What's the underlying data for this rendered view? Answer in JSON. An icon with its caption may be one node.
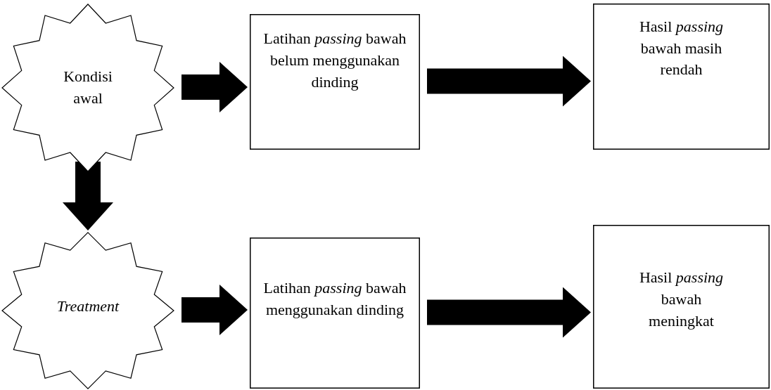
{
  "diagram": {
    "nodes": [
      {
        "text": [
          "Kondisi awal"
        ]
      },
      {
        "text": [
          "Latihan *passing* bawah belum menggunakan dinding"
        ]
      },
      {
        "text": [
          "Hasil *passing* bawah masih rendah"
        ]
      },
      {
        "text": [
          "Treatment"
        ]
      },
      {
        "text": [
          "Latihan *passing* bawah menggunakan dinding"
        ]
      },
      {
        "text": [
          "Hasil *passing* bawah meningkat"
        ]
      }
    ],
    "edges": [
      {
        "from": 0,
        "to": 1,
        "arrow": "to"
      },
      {
        "from": 1,
        "to": 2,
        "arrow": "to"
      },
      {
        "from": 0,
        "to": 3,
        "arrow": "to"
      },
      {
        "from": 3,
        "to": 4,
        "arrow": "to"
      },
      {
        "from": 4,
        "to": 5,
        "arrow": "to"
      }
    ]
  }
}
